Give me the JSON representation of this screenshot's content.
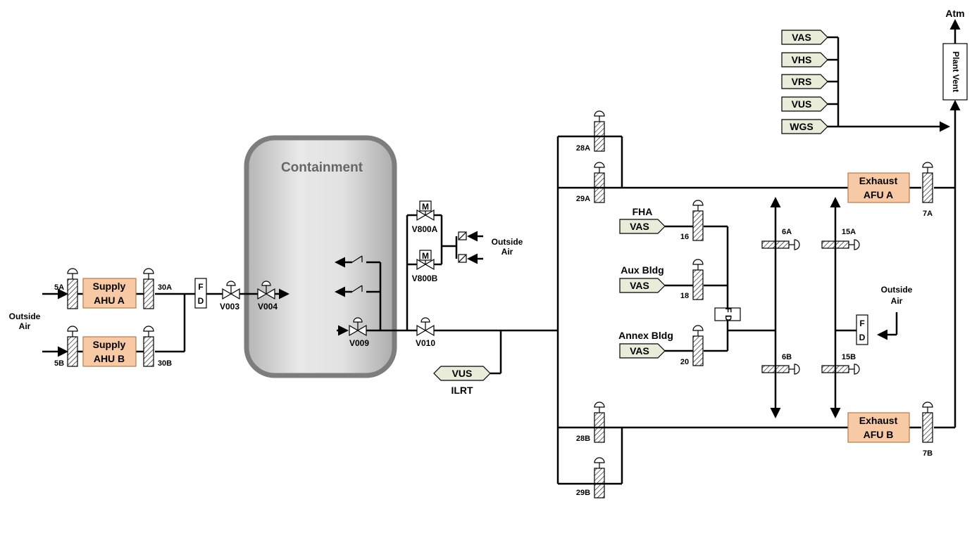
{
  "containment": "Containment",
  "atm": "Atm",
  "plant_vent": "Plant Vent",
  "outside_air_left": [
    "Outside",
    "Air"
  ],
  "outside_air_mid": [
    "Outside",
    "Air"
  ],
  "outside_air_right": [
    "Outside",
    "Air"
  ],
  "supply_a": [
    "Supply",
    "AHU A"
  ],
  "supply_b": [
    "Supply",
    "AHU B"
  ],
  "exhaust_a": [
    "Exhaust",
    "AFU A"
  ],
  "exhaust_b": [
    "Exhaust",
    "AFU B"
  ],
  "fd": [
    "F",
    "D"
  ],
  "vent_tags": [
    "VAS",
    "VHS",
    "VRS",
    "VUS",
    "WGS"
  ],
  "ilrt_tag": "VUS",
  "ilrt_label": "ILRT",
  "area_labels": [
    "FHA",
    "Aux Bldg",
    "Annex Bldg"
  ],
  "area_tag": "VAS",
  "motor": "M",
  "valves": {
    "v003": "V003",
    "v004": "V004",
    "v009": "V009",
    "v010": "V010",
    "v800a": "V800A",
    "v800b": "V800B"
  },
  "dampers": {
    "d5a": "5A",
    "d5b": "5B",
    "d30a": "30A",
    "d30b": "30B",
    "d28a": "28A",
    "d29a": "29A",
    "d28b": "28B",
    "d29b": "29B",
    "d16": "16",
    "d18": "18",
    "d20": "20",
    "d6a": "6A",
    "d6b": "6B",
    "d15a": "15A",
    "d15b": "15B",
    "d7a": "7A",
    "d7b": "7B"
  }
}
